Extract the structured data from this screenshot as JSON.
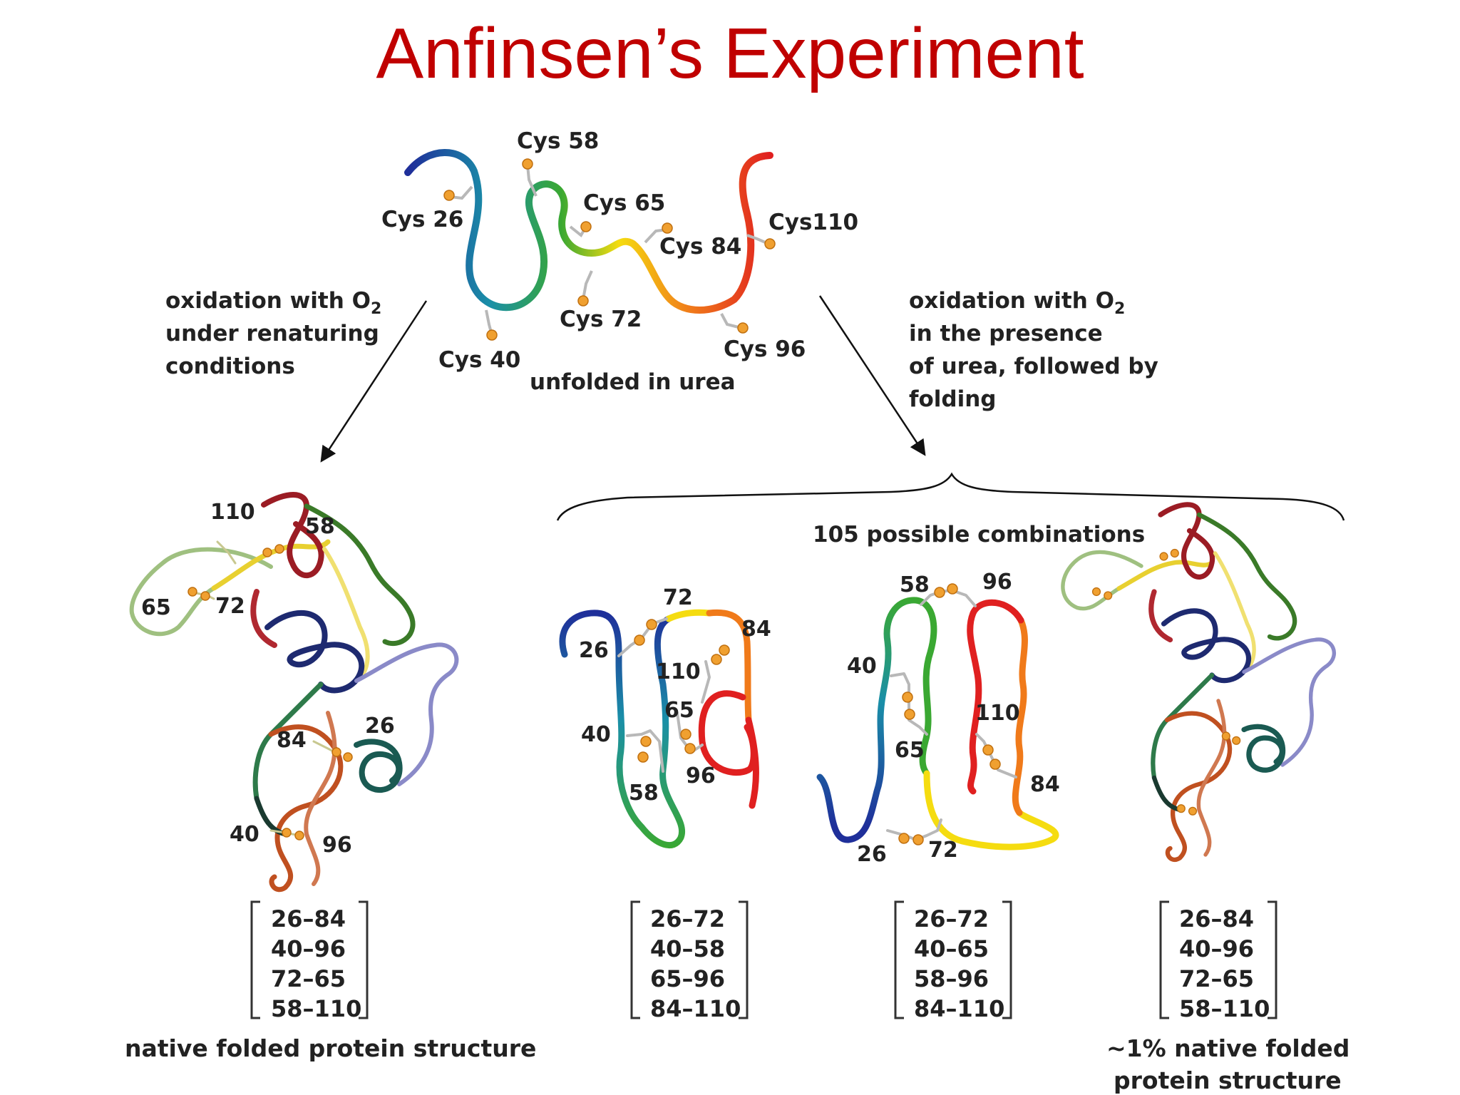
{
  "title": "Anfinsen’s Experiment",
  "colors": {
    "title": "#c00000",
    "blue": "#1f2f9a",
    "teal": "#1a8fa8",
    "green": "#3aa832",
    "yellow": "#f5dc10",
    "orange": "#f07a1a",
    "red": "#e02020",
    "sphere": "#f0a030",
    "bond": "#b8b8b8"
  },
  "unfolded": {
    "residues": [
      "Cys 26",
      "Cys 40",
      "Cys 58",
      "Cys 65",
      "Cys 72",
      "Cys 84",
      "Cys 96",
      "Cys110"
    ],
    "caption": "unfolded in urea"
  },
  "left_path": {
    "lines": [
      "oxidation with O",
      "under renaturing",
      "conditions"
    ],
    "subscript": "2"
  },
  "right_path": {
    "lines": [
      "oxidation with O",
      "in the presence",
      "of urea, followed by",
      "folding"
    ],
    "subscript": "2"
  },
  "combinations_label": "105 possible combinations",
  "native": {
    "labels": [
      "110",
      "58",
      "65",
      "72",
      "26",
      "84",
      "40",
      "96"
    ],
    "pairs": [
      "26–84",
      "40–96",
      "72–65",
      "58–110"
    ],
    "caption": "native folded protein structure"
  },
  "misfold_a": {
    "labels": [
      "72",
      "84",
      "26",
      "110",
      "65",
      "40",
      "96",
      "58"
    ],
    "pairs": [
      "26–72",
      "40–58",
      "65–96",
      "84–110"
    ]
  },
  "misfold_b": {
    "labels": [
      "58",
      "96",
      "40",
      "110",
      "65",
      "84",
      "26",
      "72"
    ],
    "pairs": [
      "26–72",
      "40–65",
      "58–96",
      "84–110"
    ]
  },
  "refolded": {
    "pairs": [
      "26–84",
      "40–96",
      "72–65",
      "58–110"
    ],
    "caption_lines": [
      "~1% native folded",
      "protein structure"
    ]
  }
}
